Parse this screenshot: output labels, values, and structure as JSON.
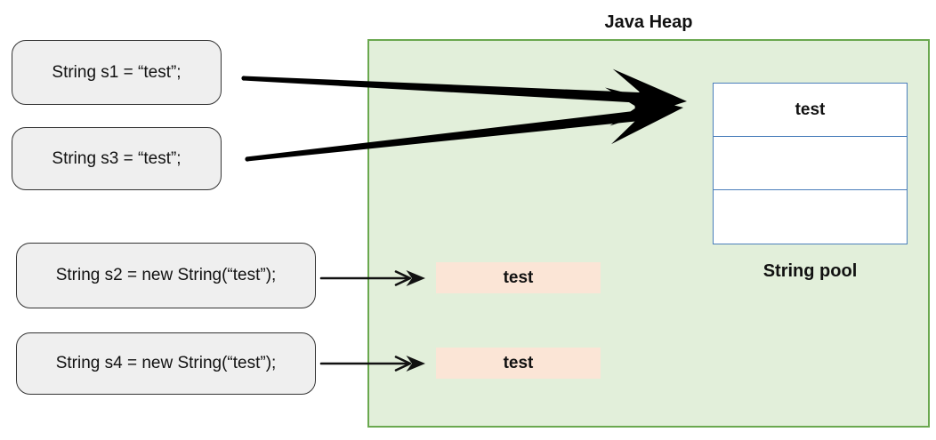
{
  "heap": {
    "title": "Java Heap",
    "fill_color": "#e2efda",
    "border_color": "#6aa84f"
  },
  "declarations": [
    {
      "id": "s1",
      "label": "String s1 = “test”;",
      "points_to": "string-pool-entry-test"
    },
    {
      "id": "s3",
      "label": "String s3 = “test”;",
      "points_to": "string-pool-entry-test"
    },
    {
      "id": "s2",
      "label": "String s2 = new String(“test”);",
      "points_to": "heap-object-1"
    },
    {
      "id": "s4",
      "label": "String s4 = new String(“test”);",
      "points_to": "heap-object-2"
    }
  ],
  "string_pool": {
    "label": "String pool",
    "rows": [
      "test",
      "",
      ""
    ],
    "border_color": "#4a7ebb"
  },
  "heap_objects": [
    {
      "value": "test",
      "fill_color": "#fbe5d6"
    },
    {
      "value": "test",
      "fill_color": "#fbe5d6"
    }
  ]
}
